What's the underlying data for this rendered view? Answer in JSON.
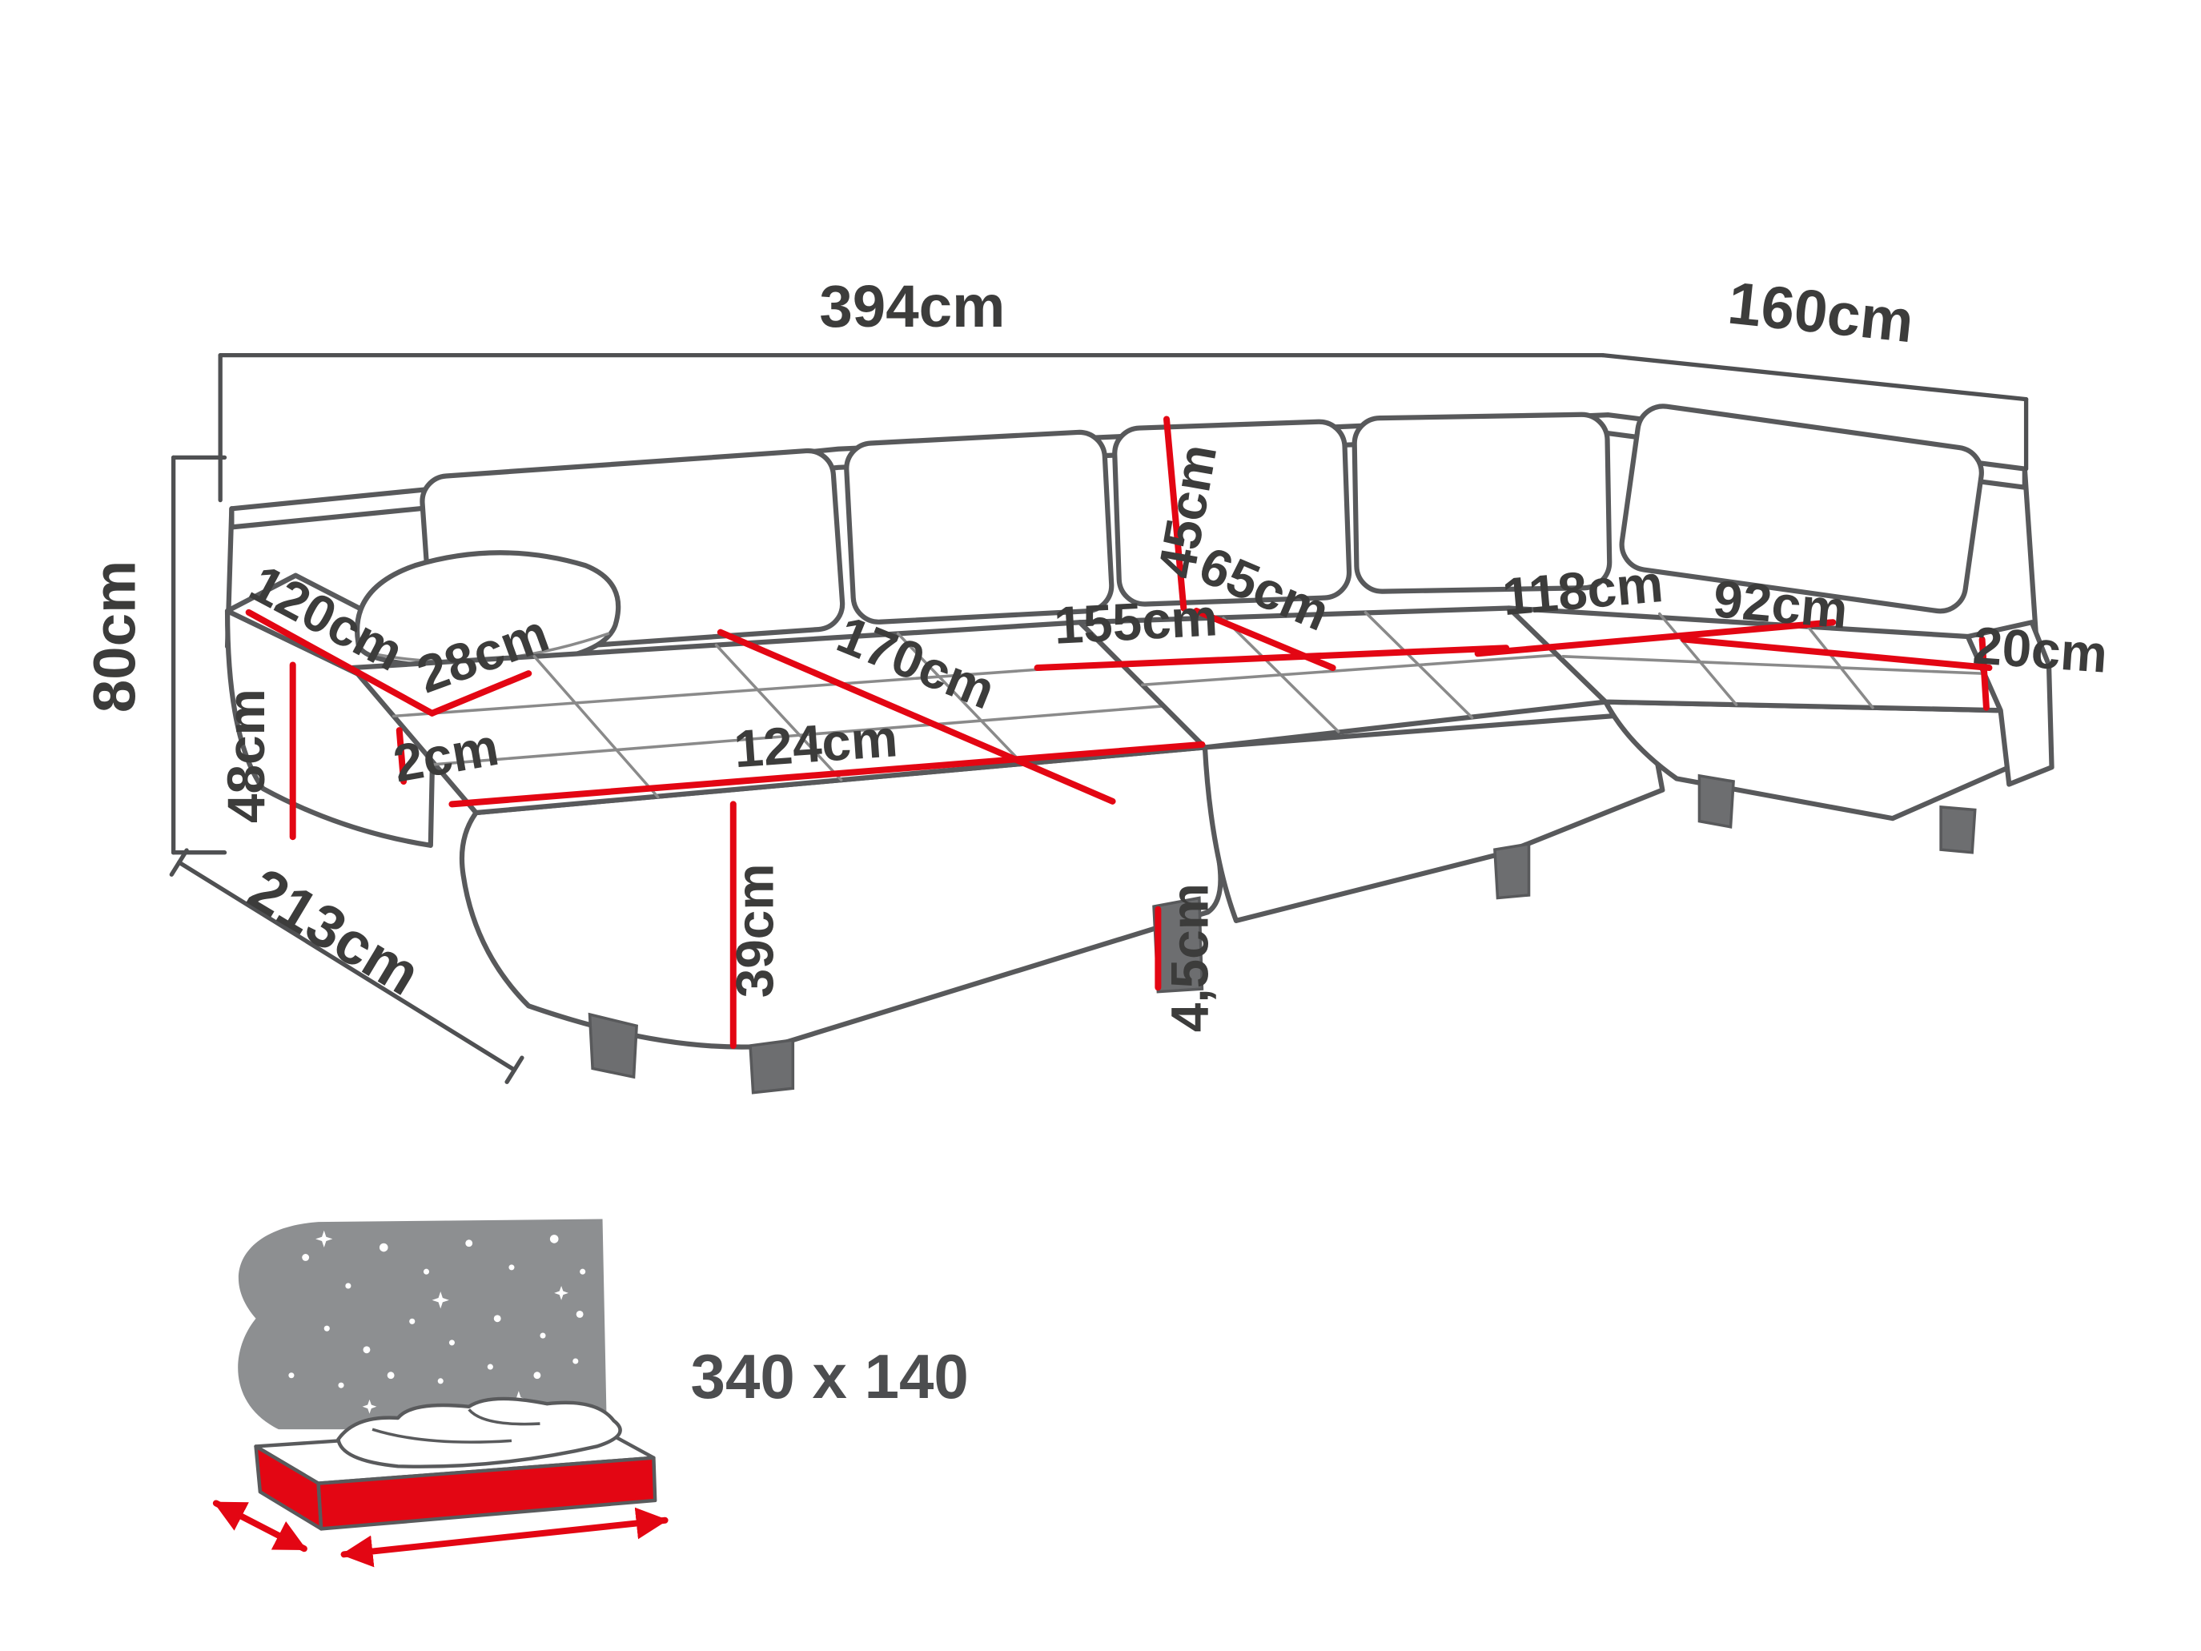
{
  "diagram": {
    "overall_dimensions": {
      "width": "394cm",
      "side_depth": "160cm",
      "height": "80cm",
      "chaise_total_depth": "213cm"
    },
    "component_dimensions": {
      "armrest_length": "120cm",
      "armrest_width": "28cm",
      "armrest_height": "48cm",
      "gap": "2cm",
      "left_seat_front_width": "124cm",
      "seat_front_height": "39cm",
      "left_chaise_seat_length": "170cm",
      "middle_seat_width": "155cm",
      "back_cushion_height": "45cm",
      "seat_depth": "65cm",
      "leg_height": "4,5cm",
      "right_chaise_seat_length": "118cm",
      "right_seat_width": "92cm",
      "right_armrest_width": "20cm"
    },
    "sleeping_area": {
      "dimensions_label": "340 x 140"
    },
    "colors": {
      "dimension_line_red": "#e30613",
      "outline_gray": "#58595b",
      "label_text": "#3c3c3b",
      "headboard_gray": "#8d8f91"
    }
  }
}
